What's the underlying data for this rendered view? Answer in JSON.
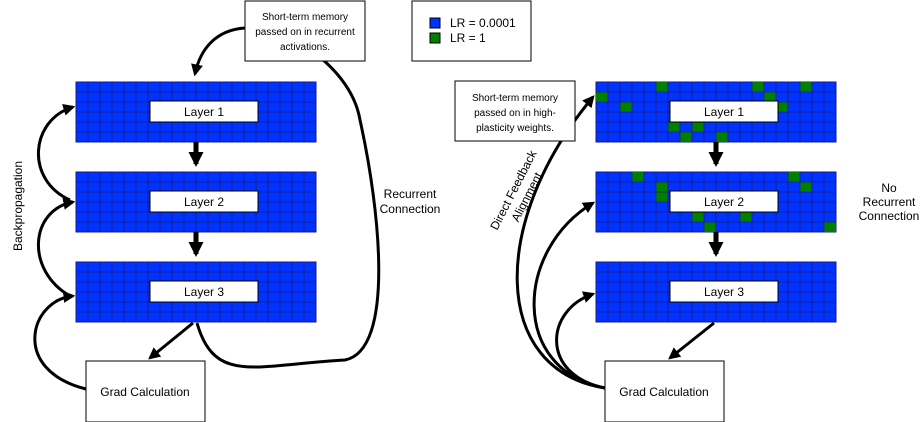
{
  "colors": {
    "low_lr": "#0033FF",
    "high_lr": "#008000",
    "grid_line": "#1a1a80",
    "arrow": "#000000"
  },
  "legend": {
    "items": [
      {
        "label": "LR = 0.0001",
        "color": "#0033FF"
      },
      {
        "label": "LR = 1",
        "color": "#008000"
      }
    ]
  },
  "left": {
    "layers": [
      "Layer 1",
      "Layer 2",
      "Layer 3"
    ],
    "note_lines": [
      "Short-term memory",
      "passed on in recurrent",
      "activations."
    ],
    "grad_label": "Grad Calculation",
    "side_label": "Backpropagation",
    "connection_lines": [
      "Recurrent",
      "Connection"
    ]
  },
  "right": {
    "layers": [
      "Layer 1",
      "Layer 2",
      "Layer 3"
    ],
    "note_lines": [
      "Short-term memory",
      "passed on in high-",
      "plasticity weights."
    ],
    "grad_label": "Grad Calculation",
    "side_lines": [
      "Direct Feedback",
      "Alignment"
    ],
    "connection_lines": [
      "No",
      "Recurrent",
      "Connection"
    ],
    "high_plasticity_cells": [
      [
        [
          0,
          5
        ],
        [
          0,
          13
        ],
        [
          0,
          17
        ],
        [
          1,
          0
        ],
        [
          1,
          14
        ],
        [
          2,
          2
        ],
        [
          2,
          15
        ],
        [
          3,
          14
        ],
        [
          4,
          6
        ],
        [
          4,
          8
        ],
        [
          5,
          7
        ],
        [
          5,
          10
        ]
      ],
      [
        [
          0,
          3
        ],
        [
          0,
          16
        ],
        [
          1,
          5
        ],
        [
          1,
          17
        ],
        [
          2,
          5
        ],
        [
          3,
          12
        ],
        [
          4,
          8
        ],
        [
          4,
          12
        ],
        [
          5,
          9
        ],
        [
          5,
          19
        ]
      ],
      []
    ]
  }
}
